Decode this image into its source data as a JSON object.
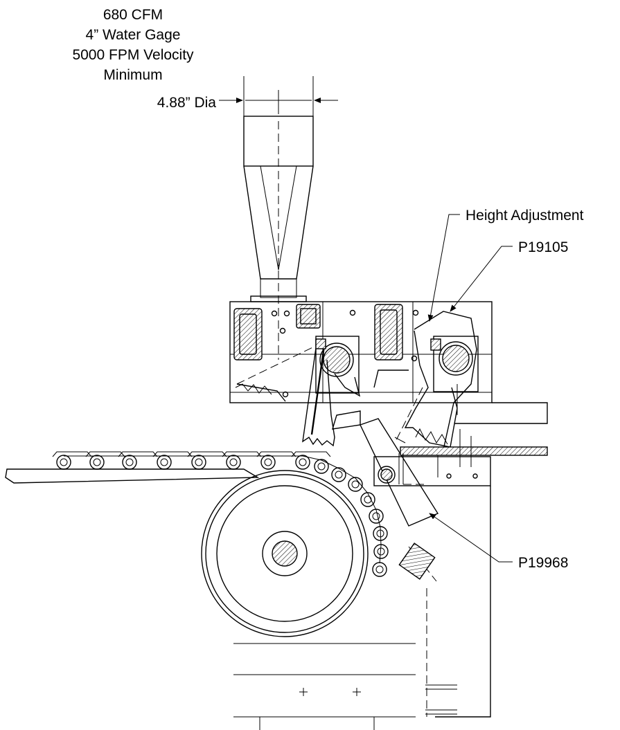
{
  "diagram": {
    "airflow_spec": {
      "line1": "680 CFM",
      "line2": "4” Water Gage",
      "line3": "5000 FPM Velocity",
      "line4": "Minimum"
    },
    "duct_diameter": "4.88” Dia",
    "callouts": {
      "height_adjustment": "Height Adjustment",
      "part_a": "P19105",
      "part_b": "P19968"
    }
  }
}
